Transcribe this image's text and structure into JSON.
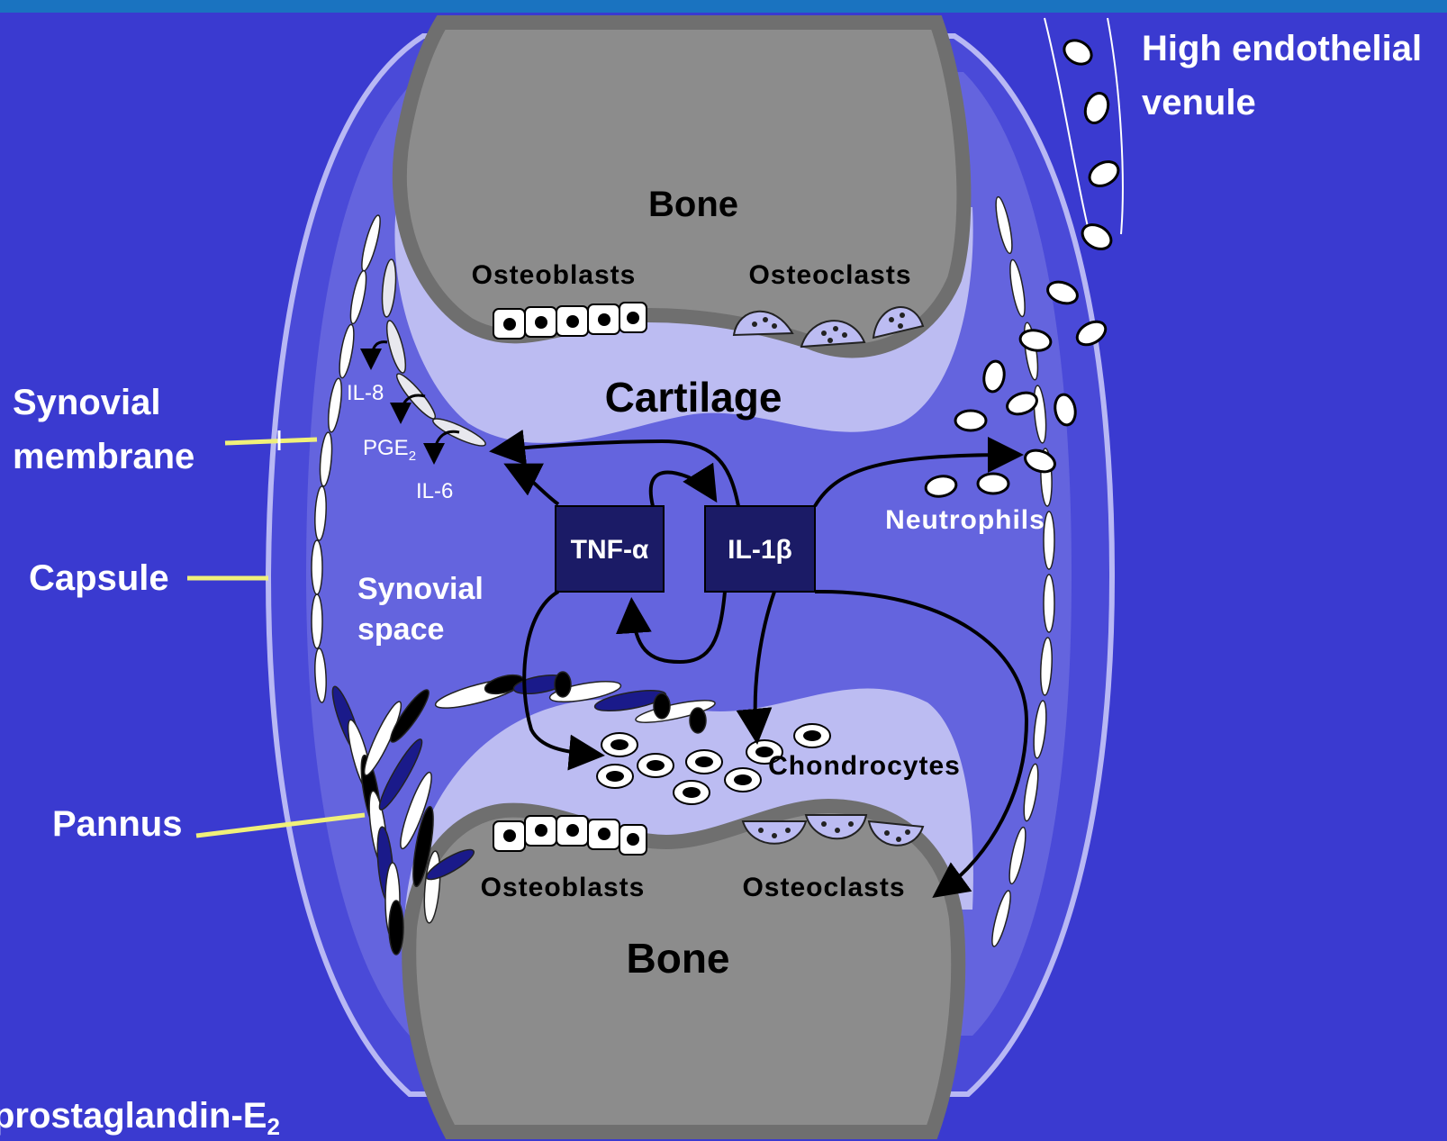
{
  "labels": {
    "bone_top": "Bone",
    "bone_bottom": "Bone",
    "cartilage": "Cartilage",
    "osteoblasts_top": "Osteoblasts",
    "osteoclasts_top": "Osteoclasts",
    "osteoblasts_bottom": "Osteoblasts",
    "osteoclasts_bottom": "Osteoclasts",
    "chondrocytes": "Chondrocytes",
    "neutrophils": "Neutrophils",
    "synovial_space_1": "Synovial",
    "synovial_space_2": "space",
    "hev_1": "High endothelial",
    "hev_2": "venule",
    "synovial_membrane_1": "Synovial",
    "synovial_membrane_2": "membrane",
    "capsule": "Capsule",
    "pannus": "Pannus",
    "il8": "IL-8",
    "pge2_main": "PGE",
    "pge2_sub": "2",
    "il6": "IL-6",
    "tnf": "TNF-α",
    "il1b": "IL-1β",
    "footer_main": "prostaglandin-E",
    "footer_sub": "2"
  },
  "colors": {
    "background": "#3a3ad0",
    "synovial_fluid": "#6464de",
    "cartilage": "#bcbcf2",
    "bone": "#8c8c8c",
    "bone_rim": "#6f6f6f",
    "capsule_line": "#b8b8f4",
    "pointer": "#f0f07a",
    "cytokine_box": "#1b1b66",
    "top_bar": "#1a73c0"
  }
}
